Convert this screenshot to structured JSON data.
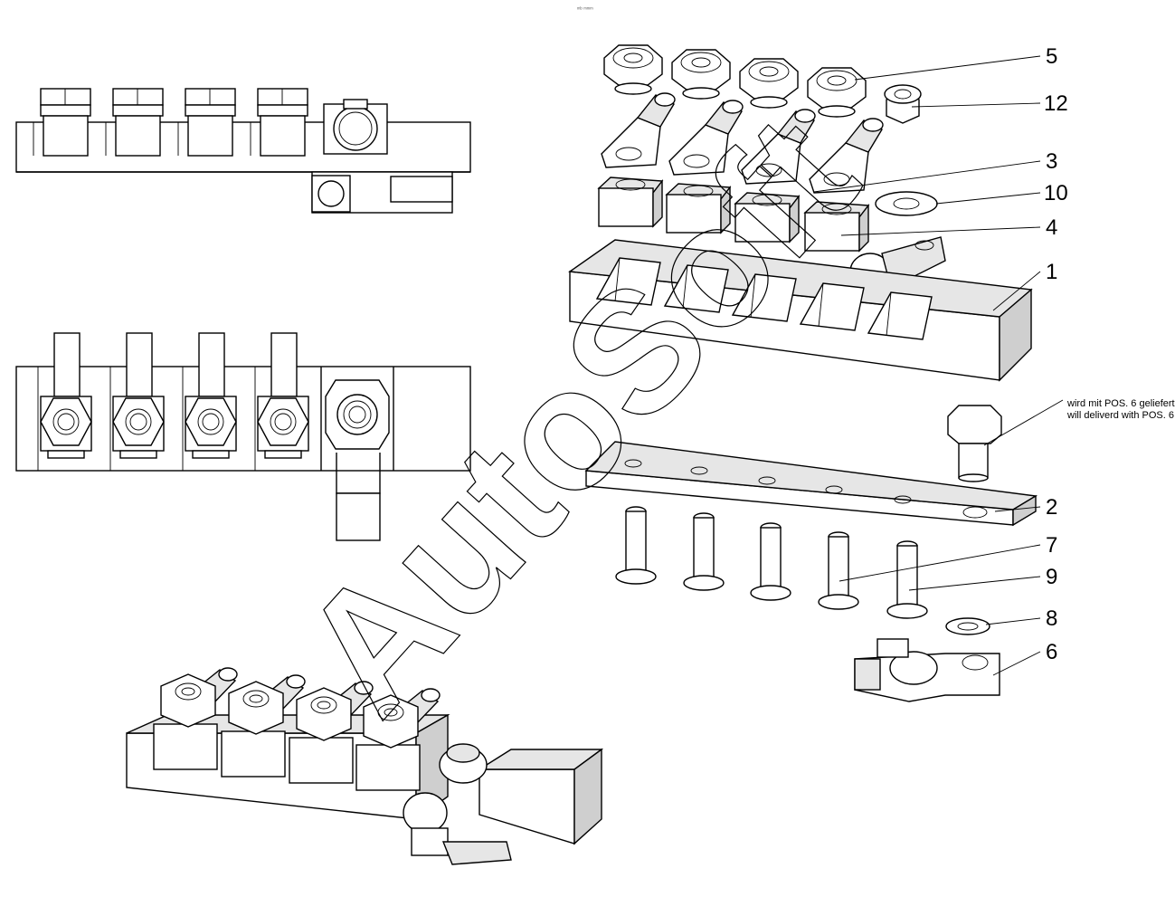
{
  "header": {
    "code": "ᵐᵇ ᵐᵐᵐ"
  },
  "watermark": "AutoSoft",
  "callouts": [
    {
      "id": "5",
      "label": "5"
    },
    {
      "id": "12",
      "label": "12"
    },
    {
      "id": "3",
      "label": "3"
    },
    {
      "id": "10",
      "label": "10"
    },
    {
      "id": "4",
      "label": "4"
    },
    {
      "id": "1",
      "label": "1"
    },
    {
      "id": "2",
      "label": "2"
    },
    {
      "id": "7",
      "label": "7"
    },
    {
      "id": "9",
      "label": "9"
    },
    {
      "id": "8",
      "label": "8"
    },
    {
      "id": "6",
      "label": "6"
    }
  ],
  "note": {
    "line1": "wird mit POS. 6 geliefert",
    "line2": "will deliverd with POS. 6"
  }
}
